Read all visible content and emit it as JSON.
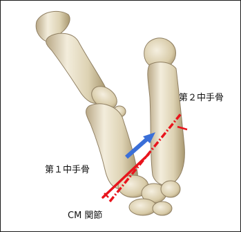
{
  "labels": {
    "second_metacarpal": "第２中手骨",
    "first_metacarpal": "第１中手骨",
    "cm_joint": "CM 関節"
  },
  "colors": {
    "border": "#1a1a1a",
    "bone_light": "#f3eddc",
    "bone_mid": "#ddd2b3",
    "bone_shadow": "#b9a886",
    "bone_outline": "#8f7f62",
    "axis_line_solid": "#e8141c",
    "axis_line_dashed": "#e8141c",
    "arrow": "#3a6fd8"
  }
}
